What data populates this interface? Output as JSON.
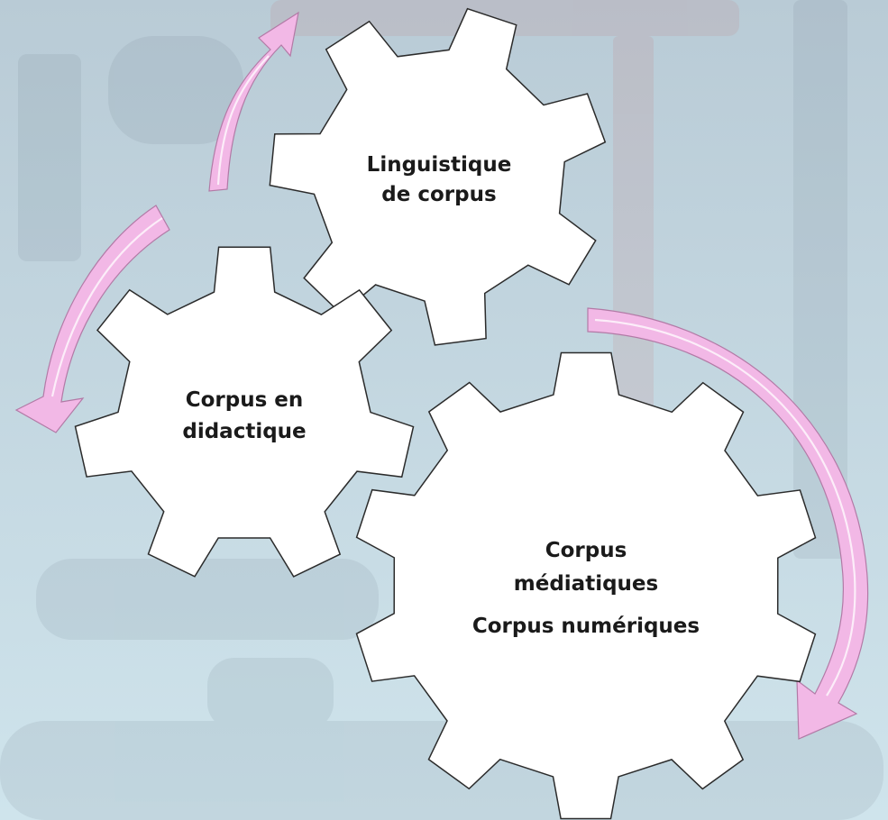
{
  "colors": {
    "background_top": "#b9cbd6",
    "background_bottom": "#cfe4ec",
    "gear_fill": "#ffffff",
    "gear_stroke": "#2b2b2b",
    "arrow_fill": "#f2b8e6",
    "arrow_stroke": "#b27aa6",
    "text": "#1a1a1a"
  },
  "gears": [
    {
      "id": "gear-linguistique",
      "lines": [
        "Linguistique",
        "de corpus"
      ]
    },
    {
      "id": "gear-didactique",
      "lines": [
        "Corpus en",
        "didactique"
      ]
    },
    {
      "id": "gear-mediatiques",
      "lines": [
        "Corpus",
        "médiatiques",
        "Corpus numériques"
      ]
    }
  ],
  "arrows": [
    {
      "id": "arrow-up-top",
      "direction": "up"
    },
    {
      "id": "arrow-down-left",
      "direction": "down"
    },
    {
      "id": "arrow-down-right",
      "direction": "down"
    }
  ]
}
